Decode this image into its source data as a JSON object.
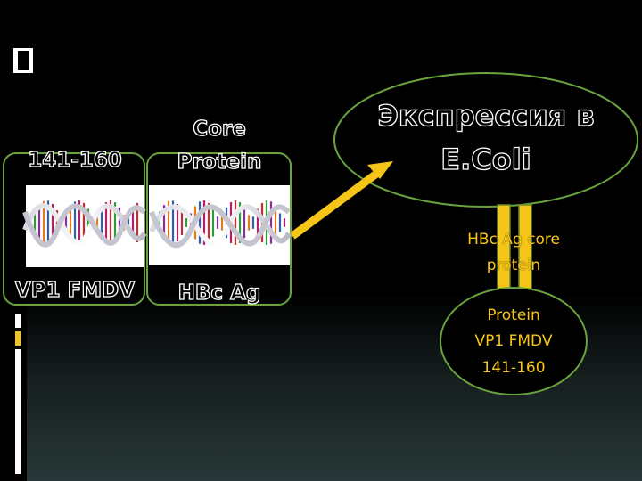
{
  "diagram": {
    "left_box": {
      "top_label": "141-160",
      "bottom_label": "VP1 FMDV"
    },
    "right_box": {
      "top_label_line1": "Core",
      "top_label_line2": "Protein",
      "bottom_label": "HBc Ag"
    },
    "expression_ellipse": {
      "line1": "Экспрессия в",
      "line2": "E.Coli"
    },
    "core_label": {
      "line1": "HBc Ag  core",
      "line2": "protein"
    },
    "protein_circle": {
      "line1": "Protein",
      "line2": "VP1 FMDV",
      "line3": "141-160"
    }
  },
  "colors": {
    "outline_green": "#68a33d",
    "arrow_yellow": "#f5c518",
    "label_yellow": "#f7c515",
    "strip_yellow": "#f0c419",
    "background": "#000000"
  }
}
